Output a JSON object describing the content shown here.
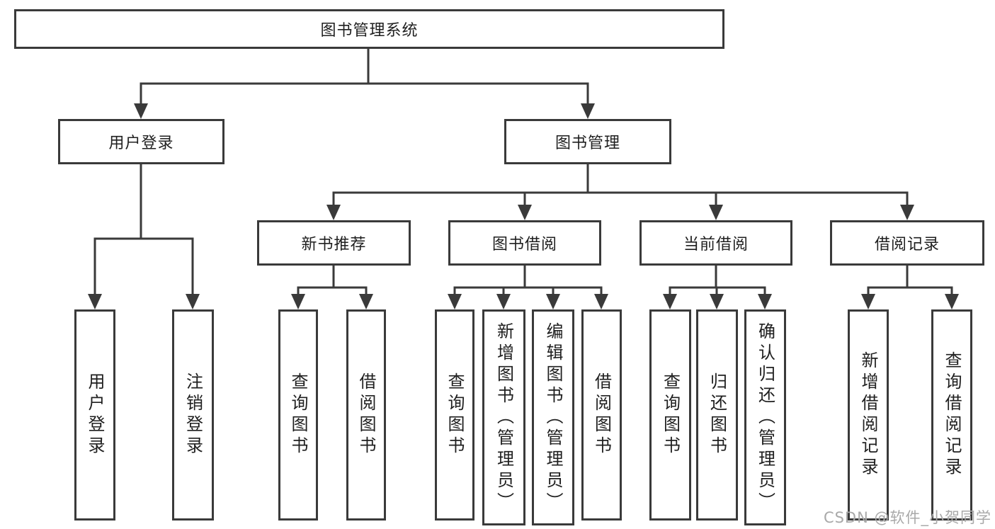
{
  "diagram": {
    "root": {
      "label": "图书管理系统",
      "children": [
        {
          "label": "用户登录",
          "children": [
            {
              "label": "用户登录"
            },
            {
              "label": "注销登录"
            }
          ]
        },
        {
          "label": "图书管理",
          "children": [
            {
              "label": "新书推荐",
              "children": [
                {
                  "label": "查询图书"
                },
                {
                  "label": "借阅图书"
                }
              ]
            },
            {
              "label": "图书借阅",
              "children": [
                {
                  "label": "查询图书"
                },
                {
                  "label": "新增图书（管理员）"
                },
                {
                  "label": "编辑图书（管理员）"
                },
                {
                  "label": "借阅图书"
                }
              ]
            },
            {
              "label": "当前借阅",
              "children": [
                {
                  "label": "查询图书"
                },
                {
                  "label": "归还图书"
                },
                {
                  "label": "确认归还（管理员）"
                }
              ]
            },
            {
              "label": "借阅记录",
              "children": [
                {
                  "label": "新增借阅记录"
                },
                {
                  "label": "查询借阅记录"
                }
              ]
            }
          ]
        }
      ]
    }
  },
  "watermark": {
    "text": "CSDN @软件_小贺同学"
  },
  "colors": {
    "line": "#3a3a3a",
    "box_border": "#3a3a3a",
    "box_background": "#ffffff",
    "text": "#1f1f1f",
    "watermark": "#a9a9a9",
    "page_background": "#ffffff"
  }
}
